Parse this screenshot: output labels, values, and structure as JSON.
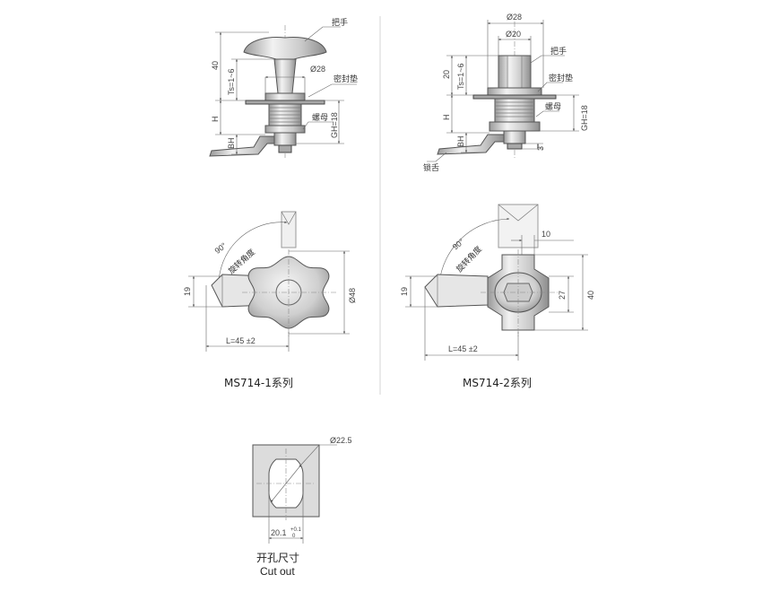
{
  "view1_top": {
    "handle": "把手",
    "dia28": "Ø28",
    "gasket": "密封垫",
    "nut": "螺母",
    "h40": "40",
    "ts": "Ts=1~6",
    "h": "H",
    "bh": "BH",
    "gh": "GH=18"
  },
  "view2_top": {
    "dia28": "Ø28",
    "dia20": "Ø20",
    "handle": "把手",
    "gasket": "密封垫",
    "nut": "螺母",
    "latch": "锁舌",
    "h20": "20",
    "ts": "Ts=1~6",
    "h": "H",
    "bh": "BH",
    "gh": "GH=18",
    "d3": "3"
  },
  "view1_front": {
    "angle": "90°",
    "rotation": "旋转角度",
    "d19": "19",
    "dia48": "Ø48",
    "length": "L=45 ±2"
  },
  "view2_front": {
    "angle": "90°",
    "rotation": "旋转角度",
    "d10": "10",
    "d19": "19",
    "d27": "27",
    "d40": "40",
    "length": "L=45 ±2"
  },
  "captions": {
    "series1": "MS714-1系列",
    "series2": "MS714-2系列"
  },
  "cutout": {
    "dia": "Ø22.5",
    "width": "20.1",
    "tol_upper": "+0.1",
    "tol_lower": "0",
    "title_cn": "开孔尺寸",
    "title_en": "Cut out"
  }
}
